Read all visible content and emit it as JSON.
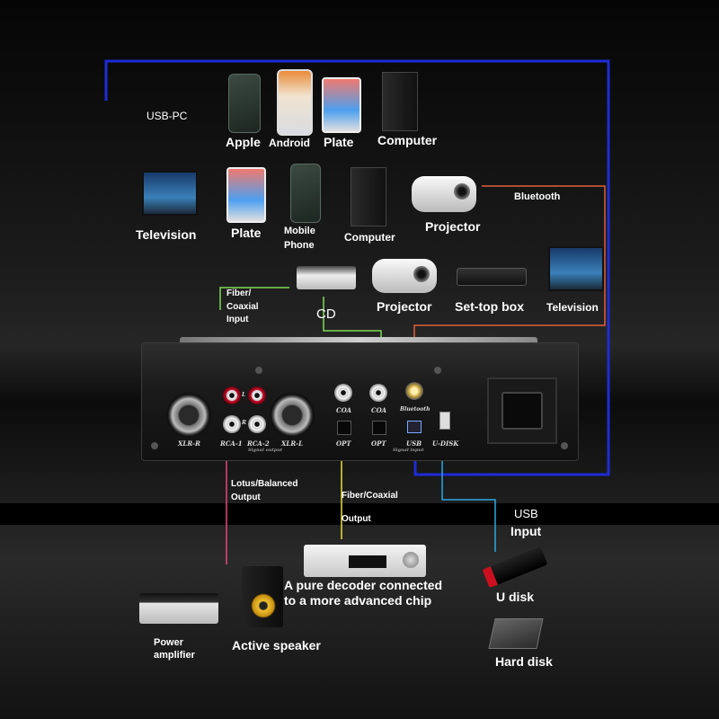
{
  "sources": {
    "usb_pc": "USB-PC",
    "apple": "Apple",
    "android": "Android",
    "plate1": "Plate",
    "computer1": "Computer",
    "television1": "Television",
    "plate2": "Plate",
    "mobile_phone": "Mobile\nPhone",
    "computer2": "Computer",
    "projector1": "Projector",
    "bluetooth": "Bluetooth",
    "fiber_coaxial_input": "Fiber/\nCoaxial\nInput",
    "cd": "CD",
    "projector2": "Projector",
    "set_top_box": "Set-top box",
    "television2": "Television"
  },
  "panel": {
    "xlr_r": "XLR-R",
    "rca_1": "RCA-1",
    "rca_2": "RCA-2",
    "xlr_l": "XLR-L",
    "l": "L",
    "r": "R",
    "coa1": "COA",
    "opt1": "OPT",
    "coa2": "COA",
    "opt2": "OPT",
    "bluetooth": "Bluetooth",
    "usb": "USB",
    "u_disk": "U-DISK",
    "signal_output": "Signal output",
    "signal_input": "Signal input"
  },
  "outputs": {
    "lotus_balanced": "Lotus/Balanced\nOutput",
    "fiber_coaxial_output": "Fiber/Coaxial\n\nOutput",
    "usb": "USB",
    "input": "Input",
    "decoder": "A pure decoder connected\nto a more advanced chip",
    "u_disk": "U disk",
    "power_amplifier": "Power\namplifier",
    "active_speaker": "Active speaker",
    "hard_disk": "Hard disk"
  },
  "colors": {
    "usb_pc_line": "#1e2bd6",
    "bluetooth_line": "#e0603a",
    "fiber_input_line": "#7ed957",
    "lotus_line": "#e6457a",
    "fiber_output_line": "#e8e03a",
    "usb_input_line": "#2aa8e0"
  }
}
